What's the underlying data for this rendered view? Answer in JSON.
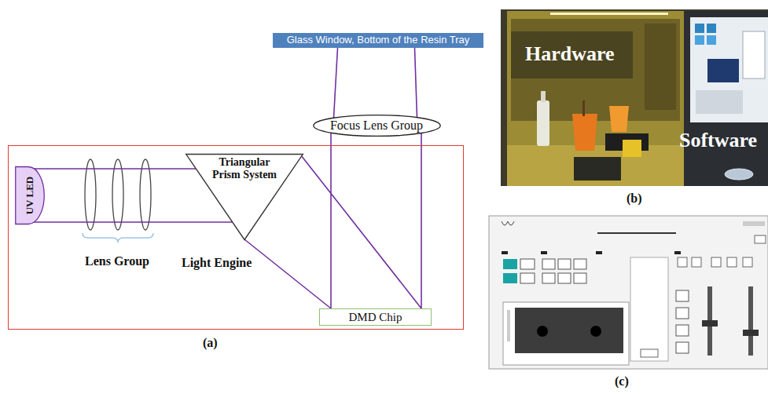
{
  "diagram": {
    "nodes": [
      {
        "text": [
          "Glass Window, Bottom of the Resin Tray"
        ]
      },
      {
        "text": [
          "Focus Lens Group"
        ]
      },
      {
        "text": [
          "Light Engine"
        ]
      },
      {
        "text": [
          "UV LED"
        ],
        "in": 2
      },
      {
        "text": [
          "Triangular Prism System"
        ],
        "in": 2
      },
      {
        "text": [
          "DMD Chip"
        ],
        "in": 2
      }
    ],
    "edges": [
      {
        "from": 3,
        "to": 4,
        "arrow": "none"
      },
      {
        "from": 4,
        "to": 5,
        "arrow": "none"
      },
      {
        "from": 5,
        "to": 1,
        "arrow": "none"
      },
      {
        "from": 1,
        "to": 0,
        "arrow": "none"
      }
    ],
    "labels": [
      "Lens Group",
      "(a)",
      "Hardware",
      "Software",
      "(b)",
      "(c)"
    ]
  }
}
